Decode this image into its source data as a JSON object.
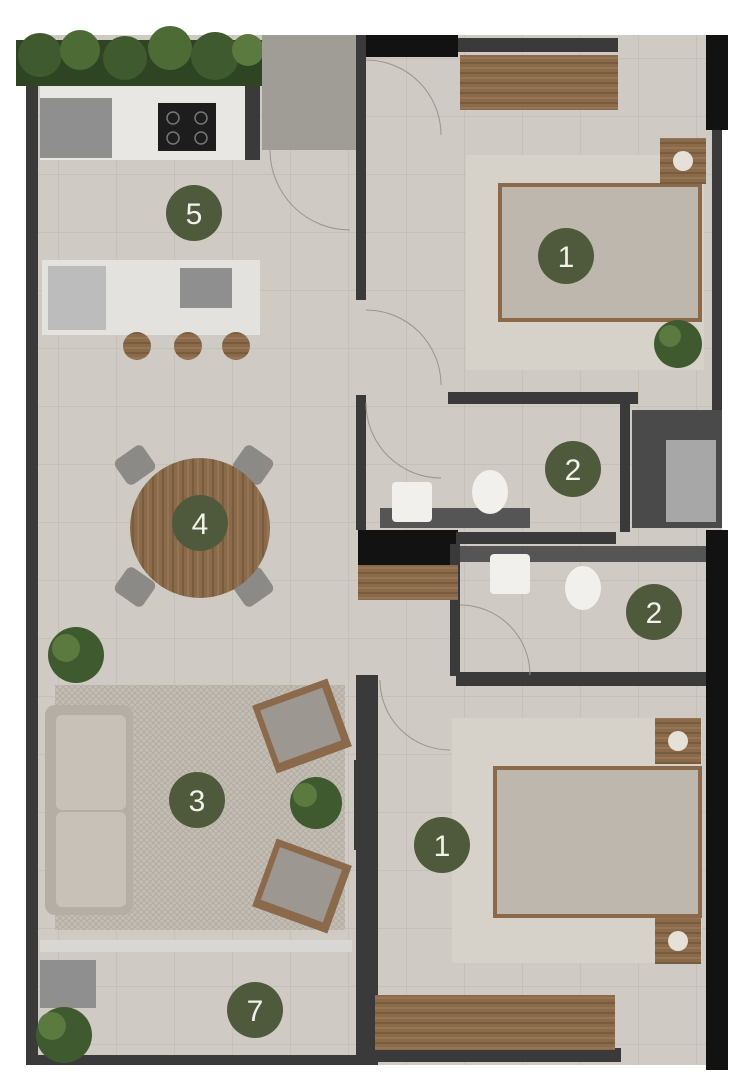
{
  "floor_plan": {
    "rooms": [
      {
        "id": "kitchen",
        "label": "5"
      },
      {
        "id": "dining",
        "label": "4"
      },
      {
        "id": "living",
        "label": "3"
      },
      {
        "id": "terrace",
        "label": "7"
      },
      {
        "id": "bedroom-top",
        "label": "1"
      },
      {
        "id": "bathroom-top",
        "label": "2"
      },
      {
        "id": "bathroom-mid",
        "label": "2"
      },
      {
        "id": "bedroom-bottom",
        "label": "1"
      }
    ],
    "colors": {
      "badge": "#4f5a3c",
      "badge_text": "#f3f1ea",
      "wall": "#3a3a3a",
      "wall_dark": "#121212",
      "floor": "#cfcac3",
      "floor_line": "#bbb5ad",
      "wood": "#8a6a4a",
      "bed": "#bdb7ae",
      "rug": "#d7d2c9",
      "plant": "#3f5a2e"
    }
  }
}
